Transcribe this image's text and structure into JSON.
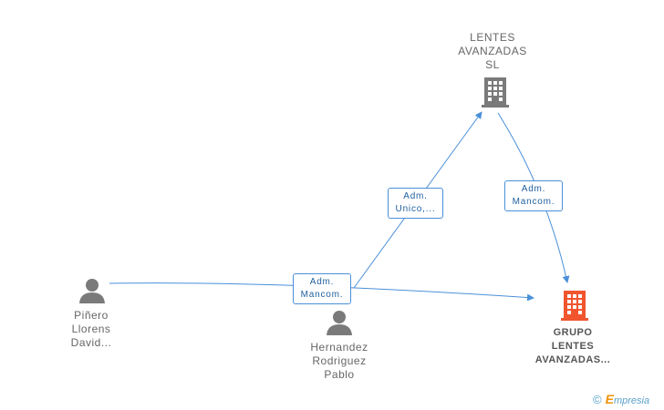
{
  "nodes": {
    "lentes_avanzadas": {
      "lines": [
        "LENTES",
        "AVANZADAS",
        "SL"
      ]
    },
    "grupo_lentes": {
      "lines": [
        "GRUPO",
        "LENTES",
        "AVANZADAS..."
      ]
    },
    "pinero": {
      "lines": [
        "Piñero",
        "Llorens",
        "David..."
      ]
    },
    "hernandez": {
      "lines": [
        "Hernandez",
        "Rodriguez",
        "Pablo"
      ]
    }
  },
  "relations": {
    "adm_unico": {
      "lines": [
        "Adm.",
        "Unico,..."
      ]
    },
    "adm_mancom_1": {
      "lines": [
        "Adm.",
        "Mancom."
      ]
    },
    "adm_mancom_2": {
      "lines": [
        "Adm.",
        "Mancom."
      ]
    }
  },
  "colors": {
    "edge": "#4a90d9",
    "building_gray": "#7a7a7a",
    "building_highlight": "#f0552e",
    "person": "#7a7a7a"
  },
  "icons": {
    "company": "building-icon",
    "person": "person-icon"
  },
  "brand": {
    "copyright": "©",
    "logo_initial": "E",
    "logo_rest": "mpresia"
  }
}
